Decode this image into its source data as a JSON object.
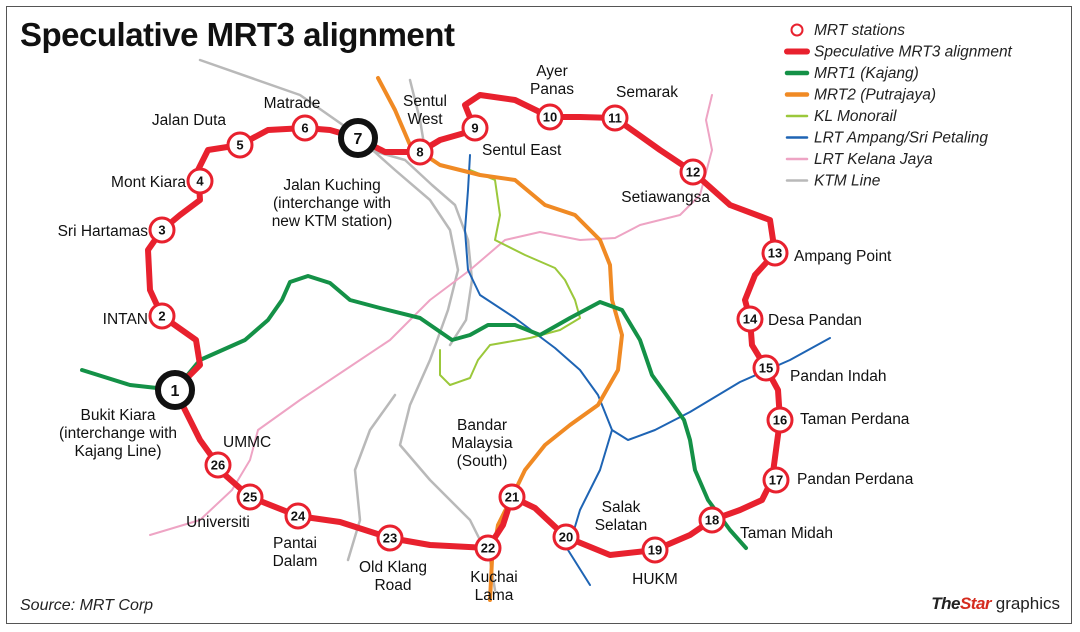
{
  "title": "Speculative MRT3 alignment",
  "source": "Source: MRT Corp",
  "credit": {
    "part1": "The",
    "part2": "Star",
    "part3": " graphics"
  },
  "colors": {
    "mrt3": "#e8212e",
    "mrt1": "#149147",
    "mrt2": "#f08a24",
    "monorail": "#9bc83b",
    "lrt_ampang": "#1e64b4",
    "lrt_kelana": "#eea4c4",
    "ktm": "#b9b9b9"
  },
  "legend": [
    {
      "key": "station",
      "label": "MRT stations",
      "color": "#e8212e"
    },
    {
      "key": "mrt3",
      "label": "Speculative MRT3 alignment",
      "color": "#e8212e"
    },
    {
      "key": "mrt1",
      "label": "MRT1 (Kajang)",
      "color": "#149147"
    },
    {
      "key": "mrt2",
      "label": "MRT2 (Putrajaya)",
      "color": "#f08a24"
    },
    {
      "key": "monorail",
      "label": "KL Monorail",
      "color": "#9bc83b"
    },
    {
      "key": "lrt_ampang",
      "label": "LRT Ampang/Sri Petaling",
      "color": "#1e64b4"
    },
    {
      "key": "lrt_kelana",
      "label": "LRT Kelana Jaya",
      "color": "#eea4c4"
    },
    {
      "key": "ktm",
      "label": "KTM Line",
      "color": "#b9b9b9"
    }
  ],
  "stations": [
    {
      "num": "1",
      "label": [
        "Bukit Kiara",
        "(interchange with",
        "Kajang Line)"
      ],
      "interchange": true
    },
    {
      "num": "2",
      "label": [
        "INTAN"
      ]
    },
    {
      "num": "3",
      "label": [
        "Sri Hartamas"
      ]
    },
    {
      "num": "4",
      "label": [
        "Mont Kiara"
      ]
    },
    {
      "num": "5",
      "label": [
        "Jalan Duta"
      ]
    },
    {
      "num": "6",
      "label": [
        "Matrade"
      ]
    },
    {
      "num": "7",
      "label": [
        "Jalan Kuching",
        "(interchange with",
        "new KTM station)"
      ],
      "interchange": true
    },
    {
      "num": "8",
      "label": [
        "Sentul",
        "West"
      ]
    },
    {
      "num": "9",
      "label": [
        "Sentul East"
      ]
    },
    {
      "num": "10",
      "label": [
        "Ayer",
        "Panas"
      ]
    },
    {
      "num": "11",
      "label": [
        "Semarak"
      ]
    },
    {
      "num": "12",
      "label": [
        "Setiawangsa"
      ]
    },
    {
      "num": "13",
      "label": [
        "Ampang Point"
      ]
    },
    {
      "num": "14",
      "label": [
        "Desa Pandan"
      ]
    },
    {
      "num": "15",
      "label": [
        "Pandan Indah"
      ]
    },
    {
      "num": "16",
      "label": [
        "Taman Perdana"
      ]
    },
    {
      "num": "17",
      "label": [
        "Pandan Perdana"
      ]
    },
    {
      "num": "18",
      "label": [
        "Taman Midah"
      ]
    },
    {
      "num": "19",
      "label": [
        "HUKM"
      ]
    },
    {
      "num": "20",
      "label": [
        "Salak",
        "Selatan"
      ]
    },
    {
      "num": "21",
      "label": [
        "Bandar",
        "Malaysia",
        "(South)"
      ]
    },
    {
      "num": "22",
      "label": [
        "Kuchai",
        "Lama"
      ]
    },
    {
      "num": "23",
      "label": [
        "Old Klang",
        "Road"
      ]
    },
    {
      "num": "24",
      "label": [
        "Pantai",
        "Dalam"
      ]
    },
    {
      "num": "25",
      "label": [
        "Universiti"
      ]
    },
    {
      "num": "26",
      "label": [
        "UMMC"
      ]
    }
  ]
}
